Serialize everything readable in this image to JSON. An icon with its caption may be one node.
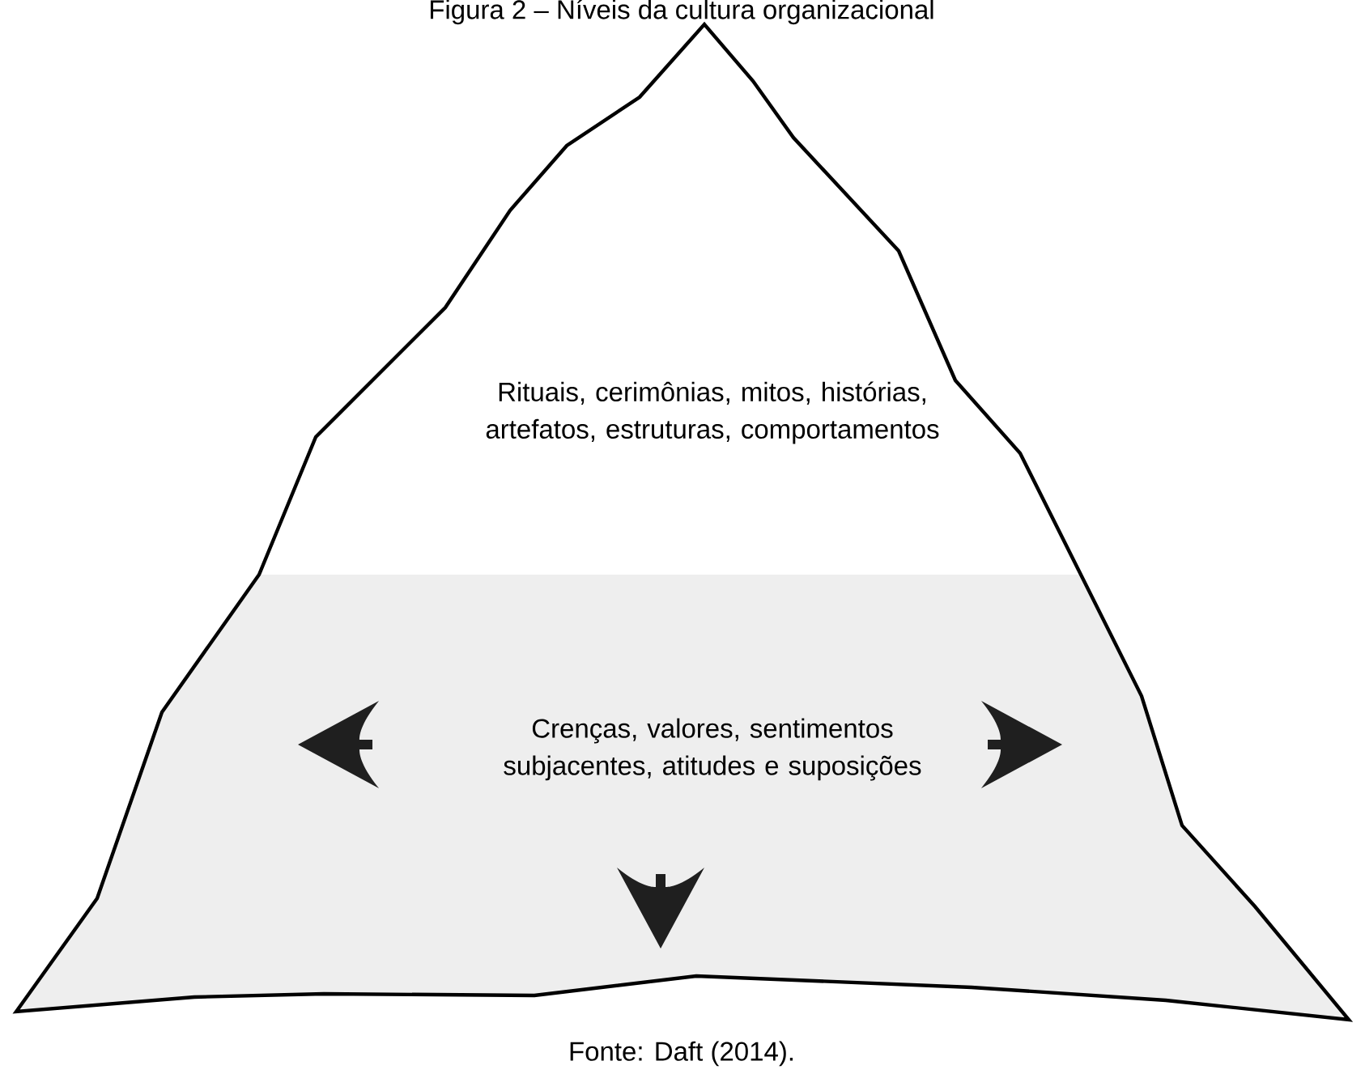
{
  "diagram": {
    "title": "Figura 2 – Níveis da cultura organizacional",
    "nodes": [
      {
        "text": [
          "Rituais, cerimônias, mitos, histórias, artefatos, estruturas, comportamentos"
        ]
      },
      {
        "text": [
          "Crenças, valores, sentimentos subjacentes, atitudes e suposições"
        ]
      }
    ],
    "edges": [],
    "caption": "Fonte: Daft (2014)."
  }
}
